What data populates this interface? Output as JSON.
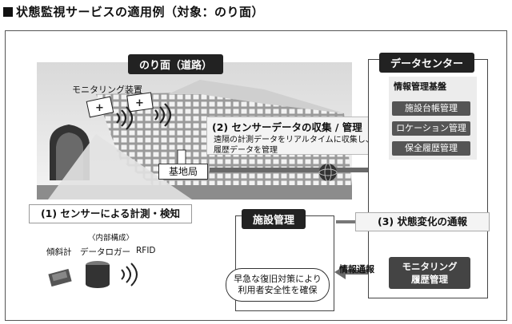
{
  "title": "状態監視サービスの適用例（対象：のり面）",
  "slope": {
    "title": "のり面（道路）",
    "monitor_device": "モニタリング装置",
    "base_station": "基地局"
  },
  "collect": {
    "heading": "(2) センサーデータの収集 / 管理",
    "desc_line1": "遠隔の計測データをリアルタイムに収集し、",
    "desc_line2": "履歴データを管理"
  },
  "sensor": {
    "heading": "(1) センサーによる計測・検知",
    "inner_label": "〈内部構成〉",
    "components": [
      "傾斜計",
      "データロガー",
      "RFID"
    ]
  },
  "datacenter": {
    "title": "データセンター",
    "panel_label": "情報管理基盤",
    "items": [
      "施設台帳管理",
      "ロケーション管理",
      "保全履歴管理"
    ],
    "monitoring_line1": "モニタリング",
    "monitoring_line2": "履歴管理"
  },
  "notify": "(3) 状態変化の通報",
  "info_report": "情報通報",
  "facility": {
    "title": "施設管理",
    "bubble_line1": "早急な復旧対策により",
    "bubble_line2": "利用者安全性を確保"
  }
}
